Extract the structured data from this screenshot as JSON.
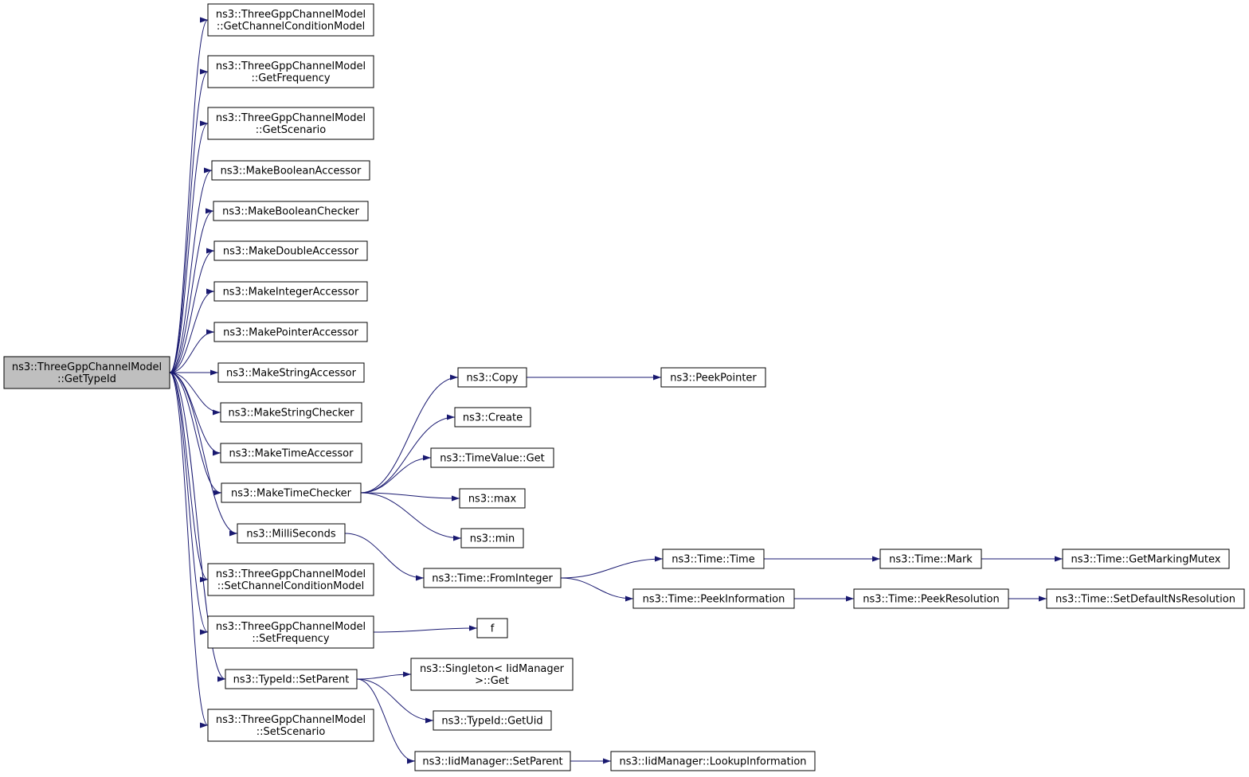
{
  "root": {
    "lines": [
      "ns3::ThreeGppChannelModel",
      "::GetTypeId"
    ]
  },
  "nodes": {
    "getChannelConditionModel": [
      "ns3::ThreeGppChannelModel",
      "::GetChannelConditionModel"
    ],
    "getFrequency": [
      "ns3::ThreeGppChannelModel",
      "::GetFrequency"
    ],
    "getScenario": [
      "ns3::ThreeGppChannelModel",
      "::GetScenario"
    ],
    "makeBooleanAccessor": [
      "ns3::MakeBooleanAccessor"
    ],
    "makeBooleanChecker": [
      "ns3::MakeBooleanChecker"
    ],
    "makeDoubleAccessor": [
      "ns3::MakeDoubleAccessor"
    ],
    "makeIntegerAccessor": [
      "ns3::MakeIntegerAccessor"
    ],
    "makePointerAccessor": [
      "ns3::MakePointerAccessor"
    ],
    "makeStringAccessor": [
      "ns3::MakeStringAccessor"
    ],
    "makeStringChecker": [
      "ns3::MakeStringChecker"
    ],
    "makeTimeAccessor": [
      "ns3::MakeTimeAccessor"
    ],
    "makeTimeChecker": [
      "ns3::MakeTimeChecker"
    ],
    "milliSeconds": [
      "ns3::MilliSeconds"
    ],
    "setChannelConditionModel": [
      "ns3::ThreeGppChannelModel",
      "::SetChannelConditionModel"
    ],
    "setFrequency": [
      "ns3::ThreeGppChannelModel",
      "::SetFrequency"
    ],
    "typeIdSetParent": [
      "ns3::TypeId::SetParent"
    ],
    "setScenario": [
      "ns3::ThreeGppChannelModel",
      "::SetScenario"
    ],
    "copy": [
      "ns3::Copy"
    ],
    "peekPointer": [
      "ns3::PeekPointer"
    ],
    "create": [
      "ns3::Create"
    ],
    "timeValueGet": [
      "ns3::TimeValue::Get"
    ],
    "max": [
      "ns3::max"
    ],
    "min": [
      "ns3::min"
    ],
    "fromInteger": [
      "ns3::Time::FromInteger"
    ],
    "timeTime": [
      "ns3::Time::Time"
    ],
    "timeMark": [
      "ns3::Time::Mark"
    ],
    "getMarkingMutex": [
      "ns3::Time::GetMarkingMutex"
    ],
    "peekInformation": [
      "ns3::Time::PeekInformation"
    ],
    "peekResolution": [
      "ns3::Time::PeekResolution"
    ],
    "setDefaultNsResolution": [
      "ns3::Time::SetDefaultNsResolution"
    ],
    "f": [
      "f"
    ],
    "singletonGet": [
      "ns3::Singleton< IidManager",
      ">::Get"
    ],
    "getUid": [
      "ns3::TypeId::GetUid"
    ],
    "iidSetParent": [
      "ns3::IidManager::SetParent"
    ],
    "lookupInformation": [
      "ns3::IidManager::LookupInformation"
    ]
  },
  "edges": [
    [
      "root",
      "getChannelConditionModel"
    ],
    [
      "root",
      "getFrequency"
    ],
    [
      "root",
      "getScenario"
    ],
    [
      "root",
      "makeBooleanAccessor"
    ],
    [
      "root",
      "makeBooleanChecker"
    ],
    [
      "root",
      "makeDoubleAccessor"
    ],
    [
      "root",
      "makeIntegerAccessor"
    ],
    [
      "root",
      "makePointerAccessor"
    ],
    [
      "root",
      "makeStringAccessor"
    ],
    [
      "root",
      "makeStringChecker"
    ],
    [
      "root",
      "makeTimeAccessor"
    ],
    [
      "root",
      "makeTimeChecker"
    ],
    [
      "root",
      "milliSeconds"
    ],
    [
      "root",
      "setChannelConditionModel"
    ],
    [
      "root",
      "setFrequency"
    ],
    [
      "root",
      "typeIdSetParent"
    ],
    [
      "root",
      "setScenario"
    ],
    [
      "makeTimeChecker",
      "copy"
    ],
    [
      "makeTimeChecker",
      "create"
    ],
    [
      "makeTimeChecker",
      "timeValueGet"
    ],
    [
      "makeTimeChecker",
      "max"
    ],
    [
      "makeTimeChecker",
      "min"
    ],
    [
      "copy",
      "peekPointer"
    ],
    [
      "milliSeconds",
      "fromInteger"
    ],
    [
      "fromInteger",
      "timeTime"
    ],
    [
      "fromInteger",
      "peekInformation"
    ],
    [
      "timeTime",
      "timeMark"
    ],
    [
      "timeMark",
      "getMarkingMutex"
    ],
    [
      "peekInformation",
      "peekResolution"
    ],
    [
      "peekResolution",
      "setDefaultNsResolution"
    ],
    [
      "setFrequency",
      "f"
    ],
    [
      "typeIdSetParent",
      "singletonGet"
    ],
    [
      "typeIdSetParent",
      "getUid"
    ],
    [
      "typeIdSetParent",
      "iidSetParent"
    ],
    [
      "iidSetParent",
      "lookupInformation"
    ]
  ],
  "colors": {
    "edge": "#191970",
    "root_fill": "#bfbfbf",
    "node_fill": "#ffffff",
    "border": "#000000"
  }
}
